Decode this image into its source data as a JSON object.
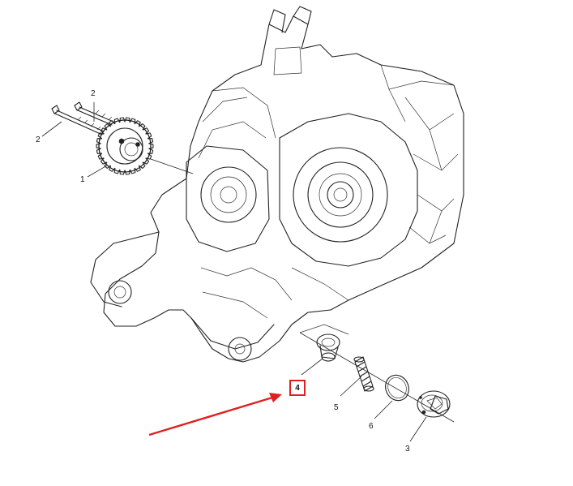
{
  "diagram": {
    "callouts": [
      {
        "id": "1",
        "label": "1"
      },
      {
        "id": "2a",
        "label": "2"
      },
      {
        "id": "2b",
        "label": "2"
      },
      {
        "id": "3",
        "label": "3"
      },
      {
        "id": "4",
        "label": "4"
      },
      {
        "id": "5",
        "label": "5"
      },
      {
        "id": "6",
        "label": "6"
      }
    ],
    "highlighted_callout": "4",
    "arrow_color": "#e02020"
  }
}
